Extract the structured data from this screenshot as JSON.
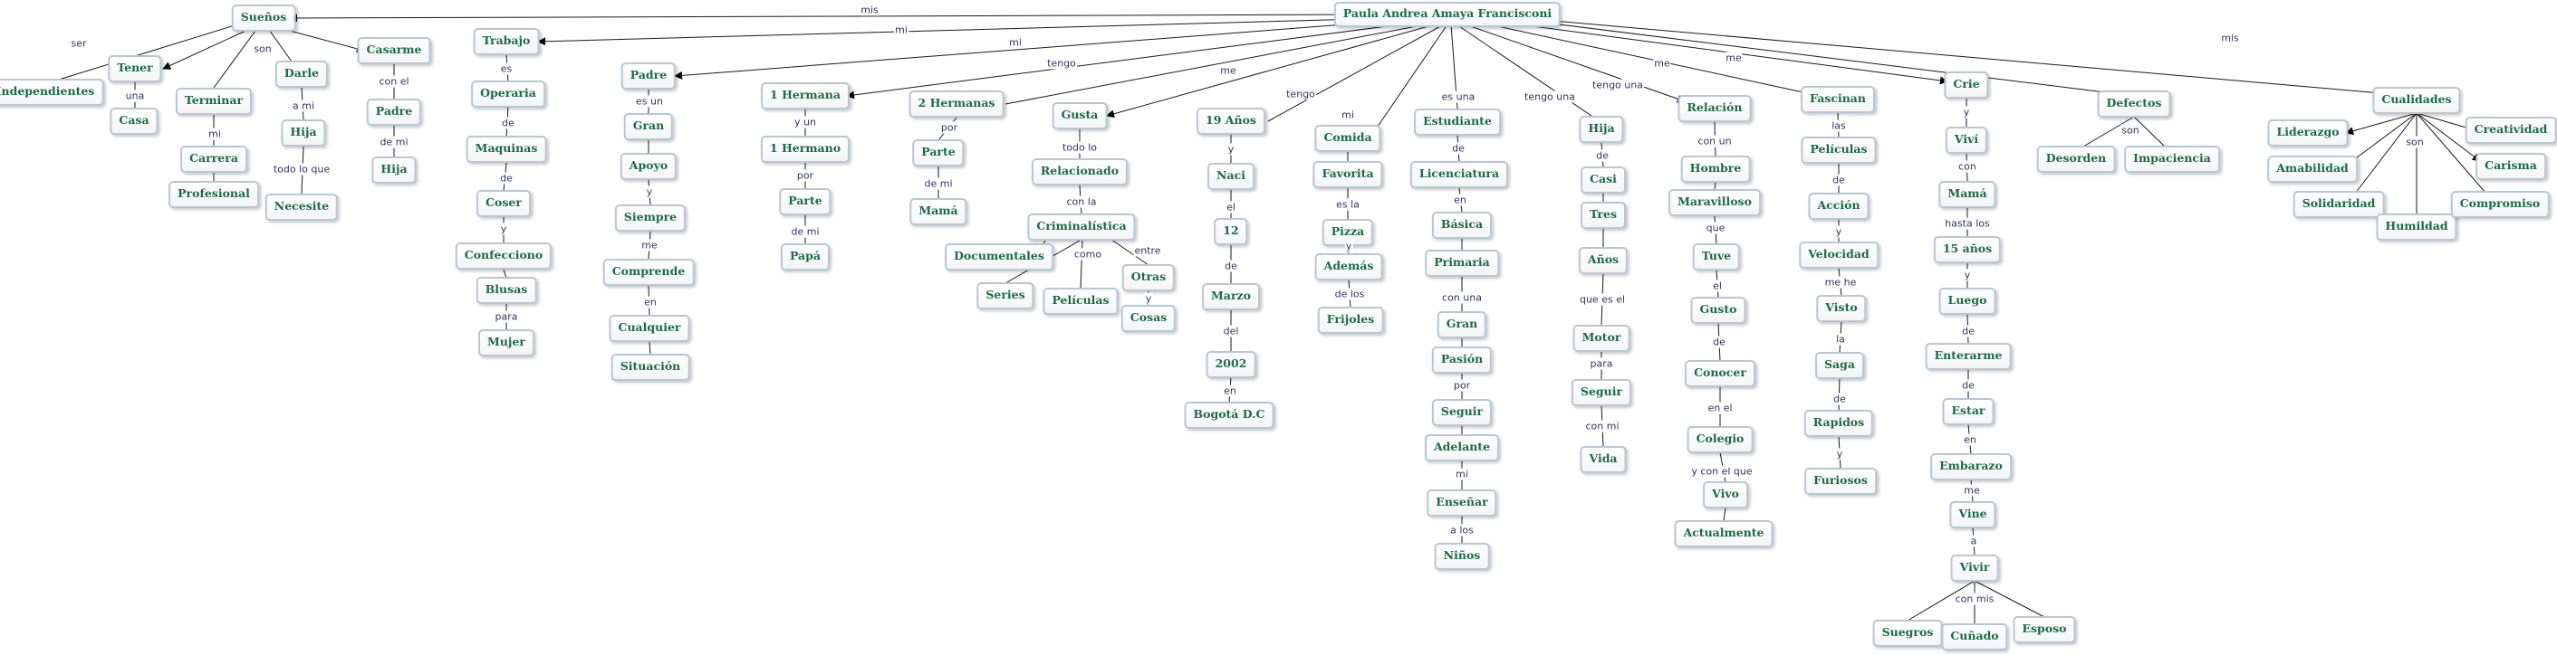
{
  "nodes": {
    "n_root": "Paula Andrea Amaya Francisconi",
    "n_suenos": "Sueños",
    "n_indep": "Independientes",
    "n_tener": "Tener",
    "n_casa": "Casa",
    "n_terminar": "Terminar",
    "n_carrera": "Carrera",
    "n_profesional": "Profesional",
    "n_darle": "Darle",
    "n_hija1": "Hija",
    "n_necesite": "Necesite",
    "n_casarme": "Casarme",
    "n_padre1": "Padre",
    "n_hija2": "Hija",
    "n_trabajo": "Trabajo",
    "n_operaria": "Operaria",
    "n_maquinas": "Maquinas",
    "n_coser": "Coser",
    "n_confecciono": "Confecciono",
    "n_blusas": "Blusas",
    "n_mujer": "Mujer",
    "n_padre2": "Padre",
    "n_gran1": "Gran",
    "n_apoyo": "Apoyo",
    "n_siempre": "Siempre",
    "n_comprende": "Comprende",
    "n_cualquier": "Cualquier",
    "n_situacion": "Situación",
    "n_1hermana": "1 Hermana",
    "n_1hermano": "1 Hermano",
    "n_parte1": "Parte",
    "n_papa": "Papá",
    "n_2hermanas": "2 Hermanas",
    "n_parte2": "Parte",
    "n_mama1": "Mamá",
    "n_gusta": "Gusta",
    "n_relacionado": "Relacionado",
    "n_criminalistica": "Criminalística",
    "n_documentales": "Documentales",
    "n_series": "Series",
    "n_peliculas1": "Películas",
    "n_otras": "Otras",
    "n_cosas": "Cosas",
    "n_19anos": "19 Años",
    "n_naci": "Naci",
    "n_12": "12",
    "n_marzo": "Marzo",
    "n_2002": "2002",
    "n_bogota": "Bogotá D.C",
    "n_comida": "Comida",
    "n_favorita": "Favorita",
    "n_pizza": "Pizza",
    "n_ademas": "Además",
    "n_frijoles": "Frijoles",
    "n_estudiante": "Estudiante",
    "n_licenciatura": "Licenciatura",
    "n_basica": "Básica",
    "n_primaria": "Primaria",
    "n_gran2": "Gran",
    "n_pasion": "Pasión",
    "n_seguir1": "Seguir",
    "n_adelante": "Adelante",
    "n_ensenar": "Enseñar",
    "n_ninos": "Niños",
    "n_hija3": "Hija",
    "n_casi": "Casi",
    "n_tres": "Tres",
    "n_anos": "Años",
    "n_motor": "Motor",
    "n_seguir2": "Seguir",
    "n_vida": "Vida",
    "n_relacion": "Relación",
    "n_hombre": "Hombre",
    "n_maravilloso": "Maravilloso",
    "n_tuve": "Tuve",
    "n_gusto": "Gusto",
    "n_conocer": "Conocer",
    "n_colegio": "Colegio",
    "n_vivo": "Vivo",
    "n_actualmente": "Actualmente",
    "n_fascinan": "Fascinan",
    "n_peliculas2": "Películas",
    "n_accion": "Acción",
    "n_velocidad": "Velocidad",
    "n_visto": "Visto",
    "n_saga": "Saga",
    "n_rapidos": "Rapidos",
    "n_furiosos": "Furiosos",
    "n_crie": "Crie",
    "n_vivi": "Viví",
    "n_mama2": "Mamá",
    "n_15anos": "15 años",
    "n_luego": "Luego",
    "n_enterarme": "Enterarme",
    "n_estar": "Estar",
    "n_embarazo": "Embarazo",
    "n_vine": "Vine",
    "n_vivir": "Vivir",
    "n_suegros": "Suegros",
    "n_cunado": "Cuñado",
    "n_esposo": "Esposo",
    "n_defectos": "Defectos",
    "n_desorden": "Desorden",
    "n_impaciencia": "Impaciencia",
    "n_cualidades": "Cualidades",
    "n_liderazgo": "Liderazgo",
    "n_creatividad": "Creatividad",
    "n_amabilidad": "Amabilidad",
    "n_carisma": "Carisma",
    "n_solidaridad": "Solidaridad",
    "n_humildad": "Humildad",
    "n_compromiso": "Compromiso"
  },
  "labels": {
    "l_mis1": "mis",
    "l_mi1": "mi",
    "l_mi2": "mi",
    "l_tengo1": "tengo",
    "l_me1": "me",
    "l_tengo2": "tengo",
    "l_mi3": "mi",
    "l_esuna": "es una",
    "l_tengouna1": "tengo una",
    "l_tengouna2": "tengo una",
    "l_me2": "me",
    "l_me3": "me",
    "l_mis2": "mis",
    "l_ser": "ser",
    "l_son1": "son",
    "l_una": "una",
    "l_mi4": "mi",
    "l_ami": "a mi",
    "l_todoloque": "todo lo que",
    "l_conel": "con el",
    "l_demi1": "de mi",
    "l_es": "es",
    "l_de1": "de",
    "l_de2": "de",
    "l_y1": "y",
    "l_para1": "para",
    "l_esun": "es un",
    "l_y2": "y",
    "l_me4": "me",
    "l_en1": "en",
    "l_yun": "y un",
    "l_por1": "por",
    "l_demi2": "de mi",
    "l_por2": "por",
    "l_demi3": "de mi",
    "l_todolo": "todo lo",
    "l_conla": "con la",
    "l_como": "como",
    "l_entre": "entre",
    "l_y3": "y",
    "l_el": "el",
    "l_de3": "de",
    "l_del": "del",
    "l_en2": "en",
    "l_mi5": "mi",
    "l_esla": "es la",
    "l_y4": "y",
    "l_delos": "de los",
    "l_de4": "de",
    "l_en3": "en",
    "l_conuna": "con una",
    "l_por3": "por",
    "l_y5": "y",
    "l_alos": "a los",
    "l_de5": "de",
    "l_queesel": "que es el",
    "l_para2": "para",
    "l_conmi": "con mi",
    "l_conun": "con un",
    "l_que": "que",
    "l_el2": "el",
    "l_de6": "de",
    "l_enel": "en el",
    "l_yconelque": "y con el que",
    "l_las": "las",
    "l_de7": "de",
    "l_y6": "y",
    "l_mehe": "me he",
    "l_la": "la",
    "l_de8": "de",
    "l_y7": "y",
    "l_y8": "y",
    "l_con1": "con",
    "l_hastalos": "hasta los",
    "l_y9": "y",
    "l_de9": "de",
    "l_de10": "de",
    "l_en4": "en",
    "l_me5": "me",
    "l_a": "a",
    "l_conmis": "con mis",
    "l_son2": "son",
    "l_son3": "son"
  }
}
